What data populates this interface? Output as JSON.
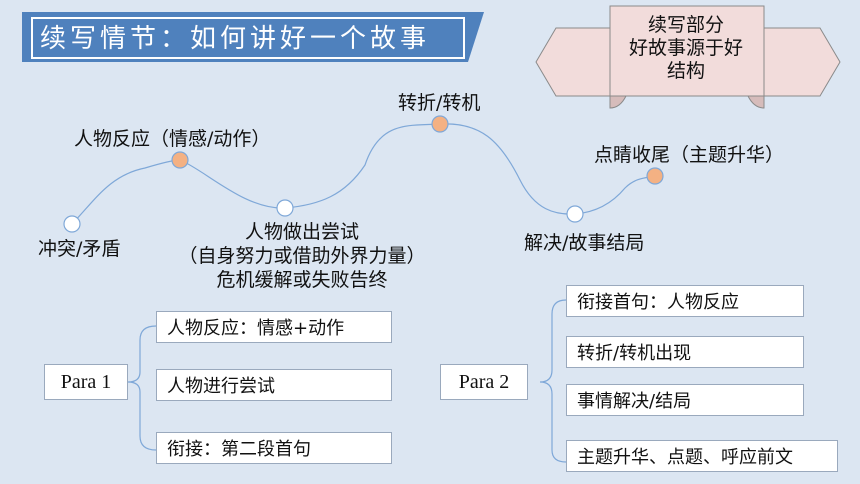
{
  "header": {
    "title": "续写情节：如何讲好一个故事"
  },
  "ribbon": {
    "lines": [
      "续写部分",
      "好故事源于好",
      "结构"
    ]
  },
  "plot": {
    "conflict": "冲突/矛盾",
    "reaction": "人物反应（情感/动作）",
    "attempt": [
      "人物做出尝试",
      "（自身努力或借助外界力量）",
      "危机缓解或失败告终"
    ],
    "turn": "转折/转机",
    "resolution": "解决/故事结局",
    "ending": "点睛收尾（主题升华）"
  },
  "para1": {
    "label": "Para 1",
    "items": [
      "人物反应：情感+动作",
      "人物进行尝试",
      "衔接：第二段首句"
    ]
  },
  "para2": {
    "label": "Para 2",
    "items": [
      "衔接首句：人物反应",
      "转折/转机出现",
      "事情解决/结局",
      "主题升华、点题、呼应前文"
    ]
  },
  "colors": {
    "banner": "#4f81bd",
    "ribbon": "#f2dcdb",
    "node_filled": "#f4b183",
    "curve": "#7fa8d8"
  }
}
